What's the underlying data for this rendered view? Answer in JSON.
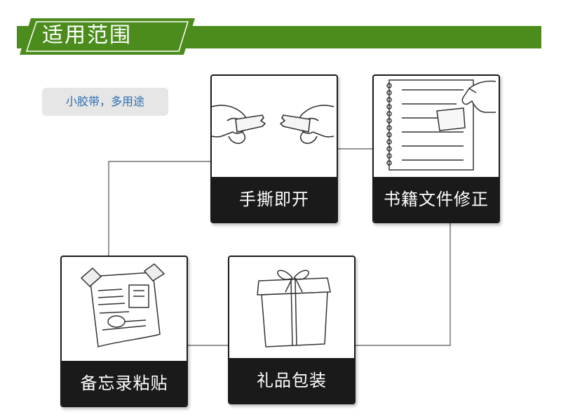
{
  "header": {
    "title": "适用范围"
  },
  "tagline": "小胶带，多用途",
  "cards": [
    {
      "label": "手撕即开",
      "icon": "hand-tearing-tape-icon"
    },
    {
      "label": "书籍文件修正",
      "icon": "notebook-tape-icon"
    },
    {
      "label": "备忘录粘贴",
      "icon": "memo-note-icon"
    },
    {
      "label": "礼品包装",
      "icon": "gift-box-icon"
    }
  ],
  "colors": {
    "banner": "#4c8c1c",
    "card_label_bg": "#1a1a1a",
    "tagline_text": "#2a6fb0",
    "tagline_bg": "#e6e6e6"
  }
}
